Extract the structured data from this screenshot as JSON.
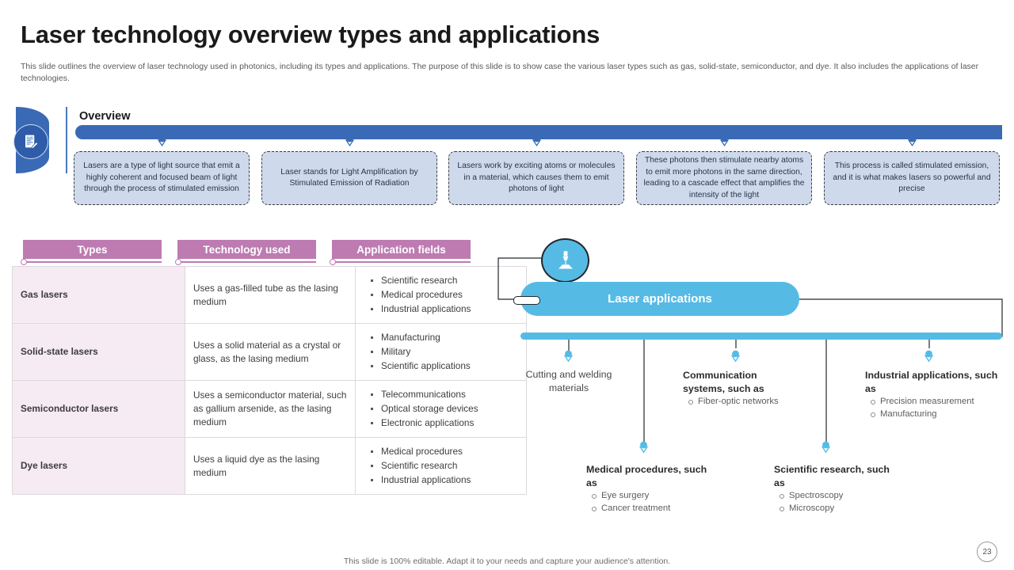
{
  "header": {
    "title": "Laser technology overview types and applications",
    "subtitle": "This slide outlines the overview of laser technology used in photonics, including its types and applications. The purpose of this slide is to show case the various laser types such as gas, solid-state, semiconductor, and dye. It also includes the applications of laser technologies."
  },
  "overview": {
    "label": "Overview",
    "cards": [
      "Lasers are a type of light source that emit a highly coherent and focused beam of light through the process of stimulated emission",
      "Laser stands for Light Amplification by Stimulated Emission of Radiation",
      "Lasers work by exciting atoms or molecules in a material, which causes them to emit photons of light",
      "These photons then stimulate nearby atoms to emit more photons in the same direction, leading to a cascade effect that amplifies the intensity of the light",
      "This process is called stimulated emission, and it is what makes lasers so powerful and precise"
    ]
  },
  "table": {
    "headers": [
      "Types",
      "Technology used",
      "Application fields"
    ],
    "rows": [
      {
        "type": "Gas lasers",
        "technology": "Uses a gas-filled tube as the lasing medium",
        "applications": [
          "Scientific research",
          "Medical procedures",
          "Industrial applications"
        ]
      },
      {
        "type": "Solid-state lasers",
        "technology": "Uses a solid material as a crystal or glass, as the lasing medium",
        "applications": [
          "Manufacturing",
          "Military",
          "Scientific applications"
        ]
      },
      {
        "type": "Semiconductor lasers",
        "technology": "Uses a semiconductor material, such as gallium arsenide, as the lasing medium",
        "applications": [
          "Telecommunications",
          "Optical storage devices",
          "Electronic applications"
        ]
      },
      {
        "type": "Dye lasers",
        "technology": "Uses a liquid dye as the lasing medium",
        "applications": [
          "Medical procedures",
          "Scientific research",
          "Industrial applications"
        ]
      }
    ]
  },
  "diagram": {
    "root_label": "Laser applications",
    "leaves": [
      {
        "title": "Cutting and welding materials",
        "items": []
      },
      {
        "title": "Medical procedures, such as",
        "items": [
          "Eye surgery",
          "Cancer treatment"
        ]
      },
      {
        "title": "Communication systems, such as",
        "items": [
          "Fiber-optic networks"
        ]
      },
      {
        "title": "Scientific research, such as",
        "items": [
          "Spectroscopy",
          "Microscopy"
        ]
      },
      {
        "title": "Industrial applications, such as",
        "items": [
          "Precision measurement",
          "Manufacturing"
        ]
      }
    ]
  },
  "footer": {
    "note": "This slide is 100% editable. Adapt it to your needs and capture your audience's attention.",
    "page_number": "23"
  },
  "colors": {
    "blue": "#3a6ab5",
    "card_blue": "#cfd9ec",
    "magenta": "#bd7bb2",
    "row_pink": "#f6eaf3",
    "cyan": "#55bbe5"
  }
}
